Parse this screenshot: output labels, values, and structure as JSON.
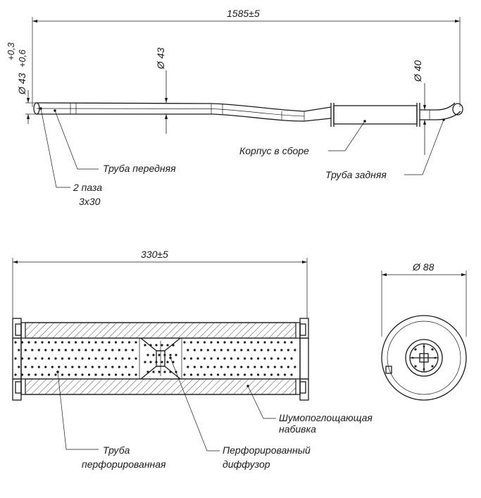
{
  "top_view": {
    "overall_length": "1585±5",
    "front_diameter": "Ø 43",
    "inlet_diameter": "Ø 43",
    "inlet_tolerance_upper": "+0,6",
    "inlet_tolerance_lower": "+0,3",
    "rear_diameter": "Ø 40",
    "label_front_pipe": "Труба передняя",
    "label_body": "Корпус в сборе",
    "label_rear_pipe": "Труба задняя",
    "label_slots_line1": "2 паза",
    "label_slots_line2": "3х30"
  },
  "section_view": {
    "length": "330±5",
    "label_absorber_line1": "Шумопоглощающая",
    "label_absorber_line2": "набивка",
    "label_perf_pipe_line1": "Труба",
    "label_perf_pipe_line2": "перфорированная",
    "label_diffuser_line1": "Перфорированный",
    "label_diffuser_line2": "диффузор"
  },
  "end_view": {
    "diameter": "Ø 88"
  }
}
